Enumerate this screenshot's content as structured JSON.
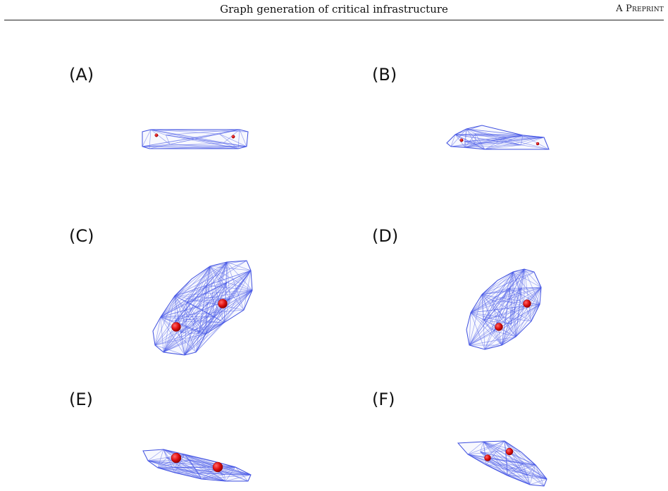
{
  "header": {
    "title": "Graph generation of critical infrastructure",
    "tag": "A Preprint"
  },
  "panels": [
    {
      "label": "(A)"
    },
    {
      "label": "(B)"
    },
    {
      "label": "(C)"
    },
    {
      "label": "(D)"
    },
    {
      "label": "(E)"
    },
    {
      "label": "(F)"
    }
  ],
  "colors": {
    "mesh": "#4a5be8",
    "node": "#e01010"
  }
}
